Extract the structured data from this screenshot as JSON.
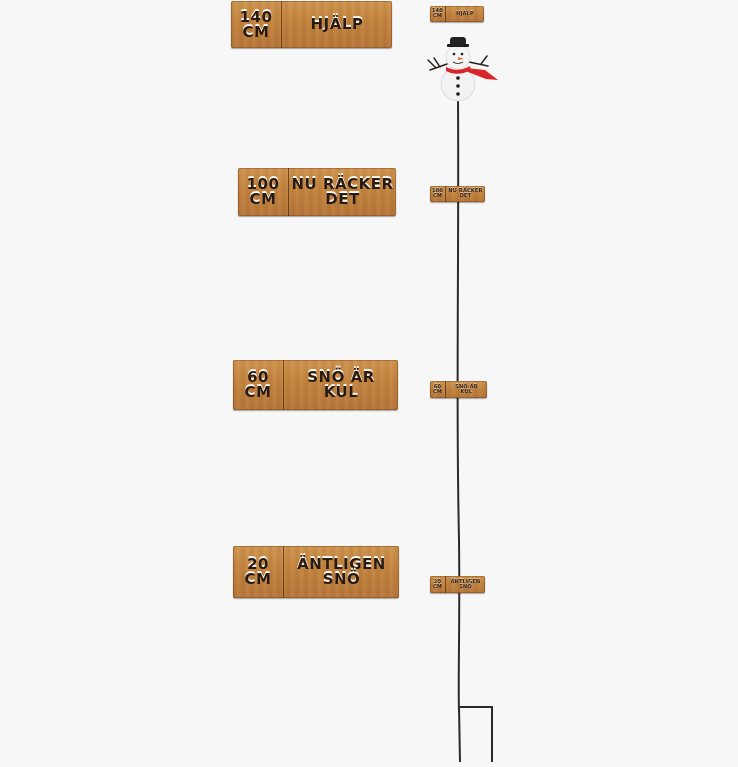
{
  "signs": [
    {
      "cm_value": "140",
      "cm_unit": "CM",
      "line1": "HJÄLP",
      "line2": ""
    },
    {
      "cm_value": "100",
      "cm_unit": "CM",
      "line1": "NU RÄCKER",
      "line2": "DET"
    },
    {
      "cm_value": "60",
      "cm_unit": "CM",
      "line1": "SNÖ ÄR",
      "line2": "KUL"
    },
    {
      "cm_value": "20",
      "cm_unit": "CM",
      "line1": "ÄNTLIGEN",
      "line2": "SNÖ"
    }
  ],
  "colors": {
    "background": "#f7f7f7",
    "wood": "#c3843f",
    "scarf": "#d8262b",
    "snowman": "#f2f2f2",
    "stake": "#2e2a27"
  }
}
